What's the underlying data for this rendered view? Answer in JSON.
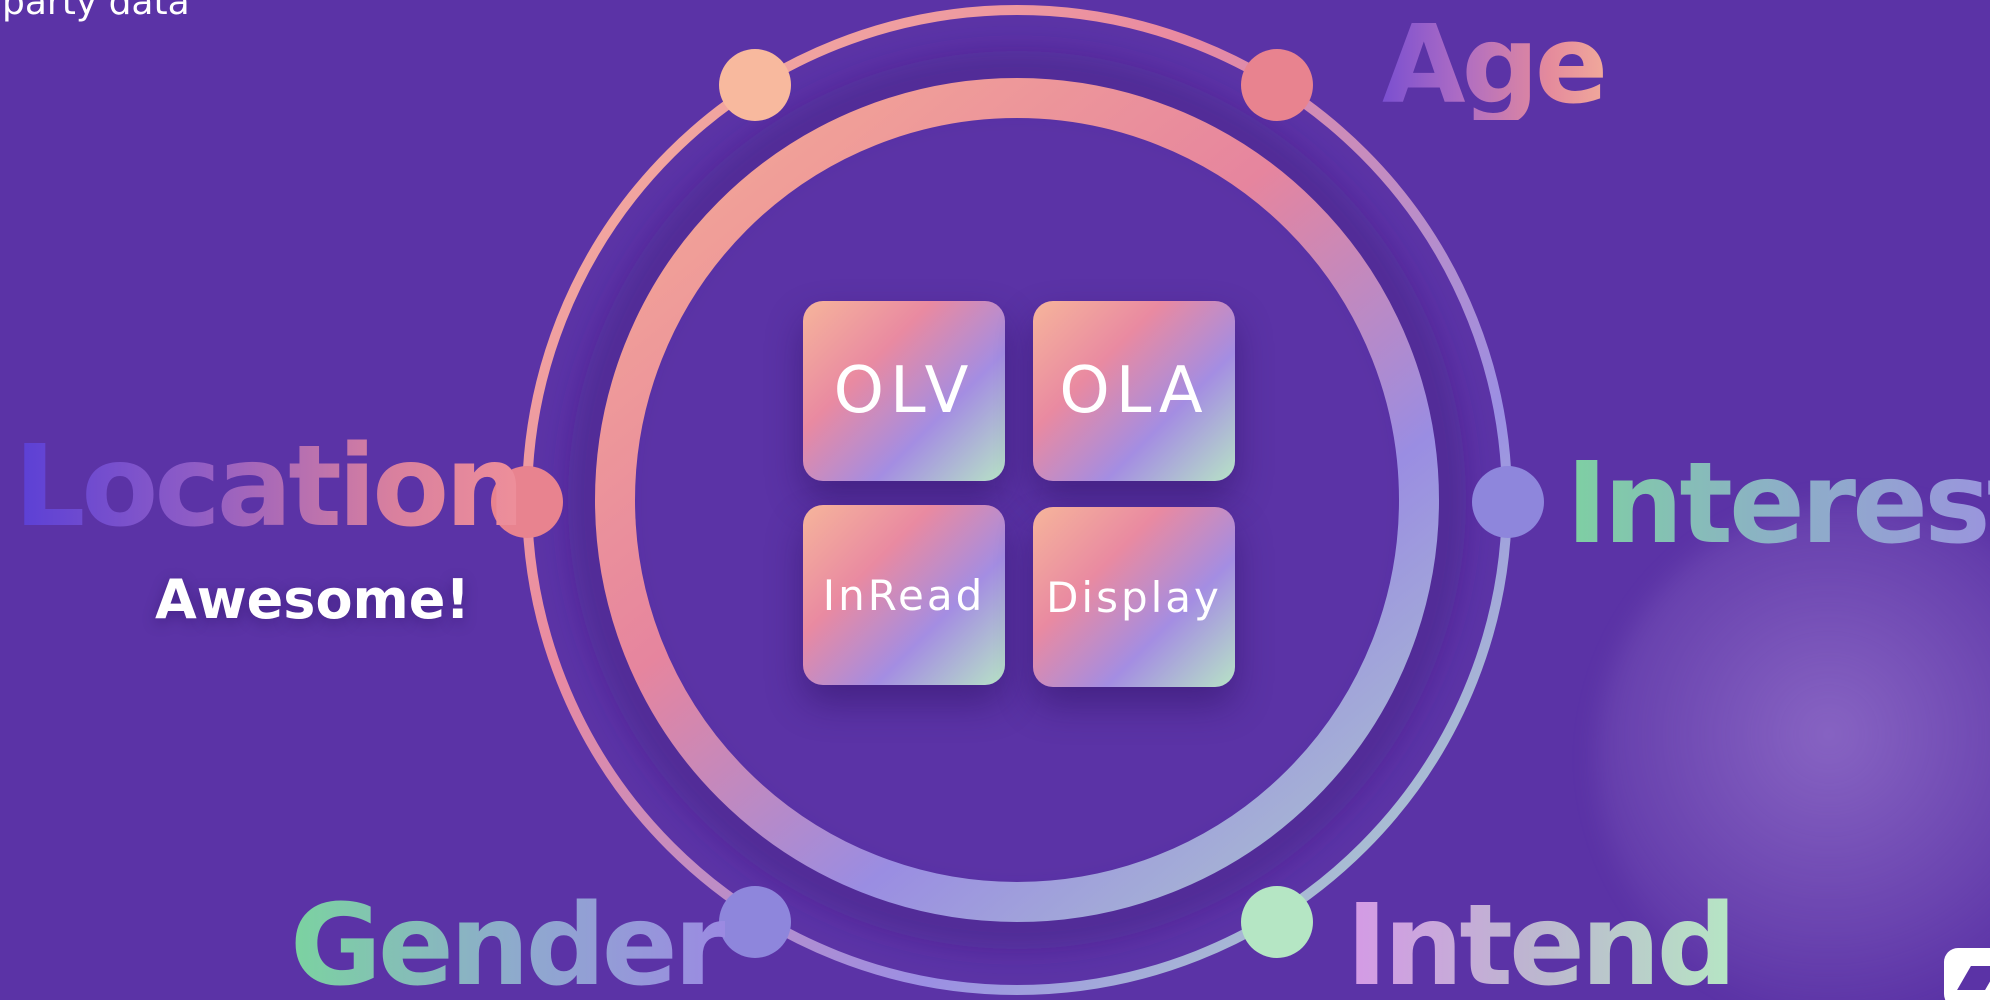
{
  "caption": "party data",
  "center_tiles": [
    "OLV",
    "OLA",
    "InRead",
    "Display"
  ],
  "labels": {
    "age": "Age",
    "location": "Location",
    "interest": "Interest",
    "gender": "Gender",
    "intend": "Intend"
  },
  "location_note": "Awesome!",
  "colors": {
    "background": "#5b33a6",
    "peach": "#f7b89e",
    "pink": "#e98397",
    "lavender": "#9b8fe3",
    "mint": "#b5e6c4"
  }
}
